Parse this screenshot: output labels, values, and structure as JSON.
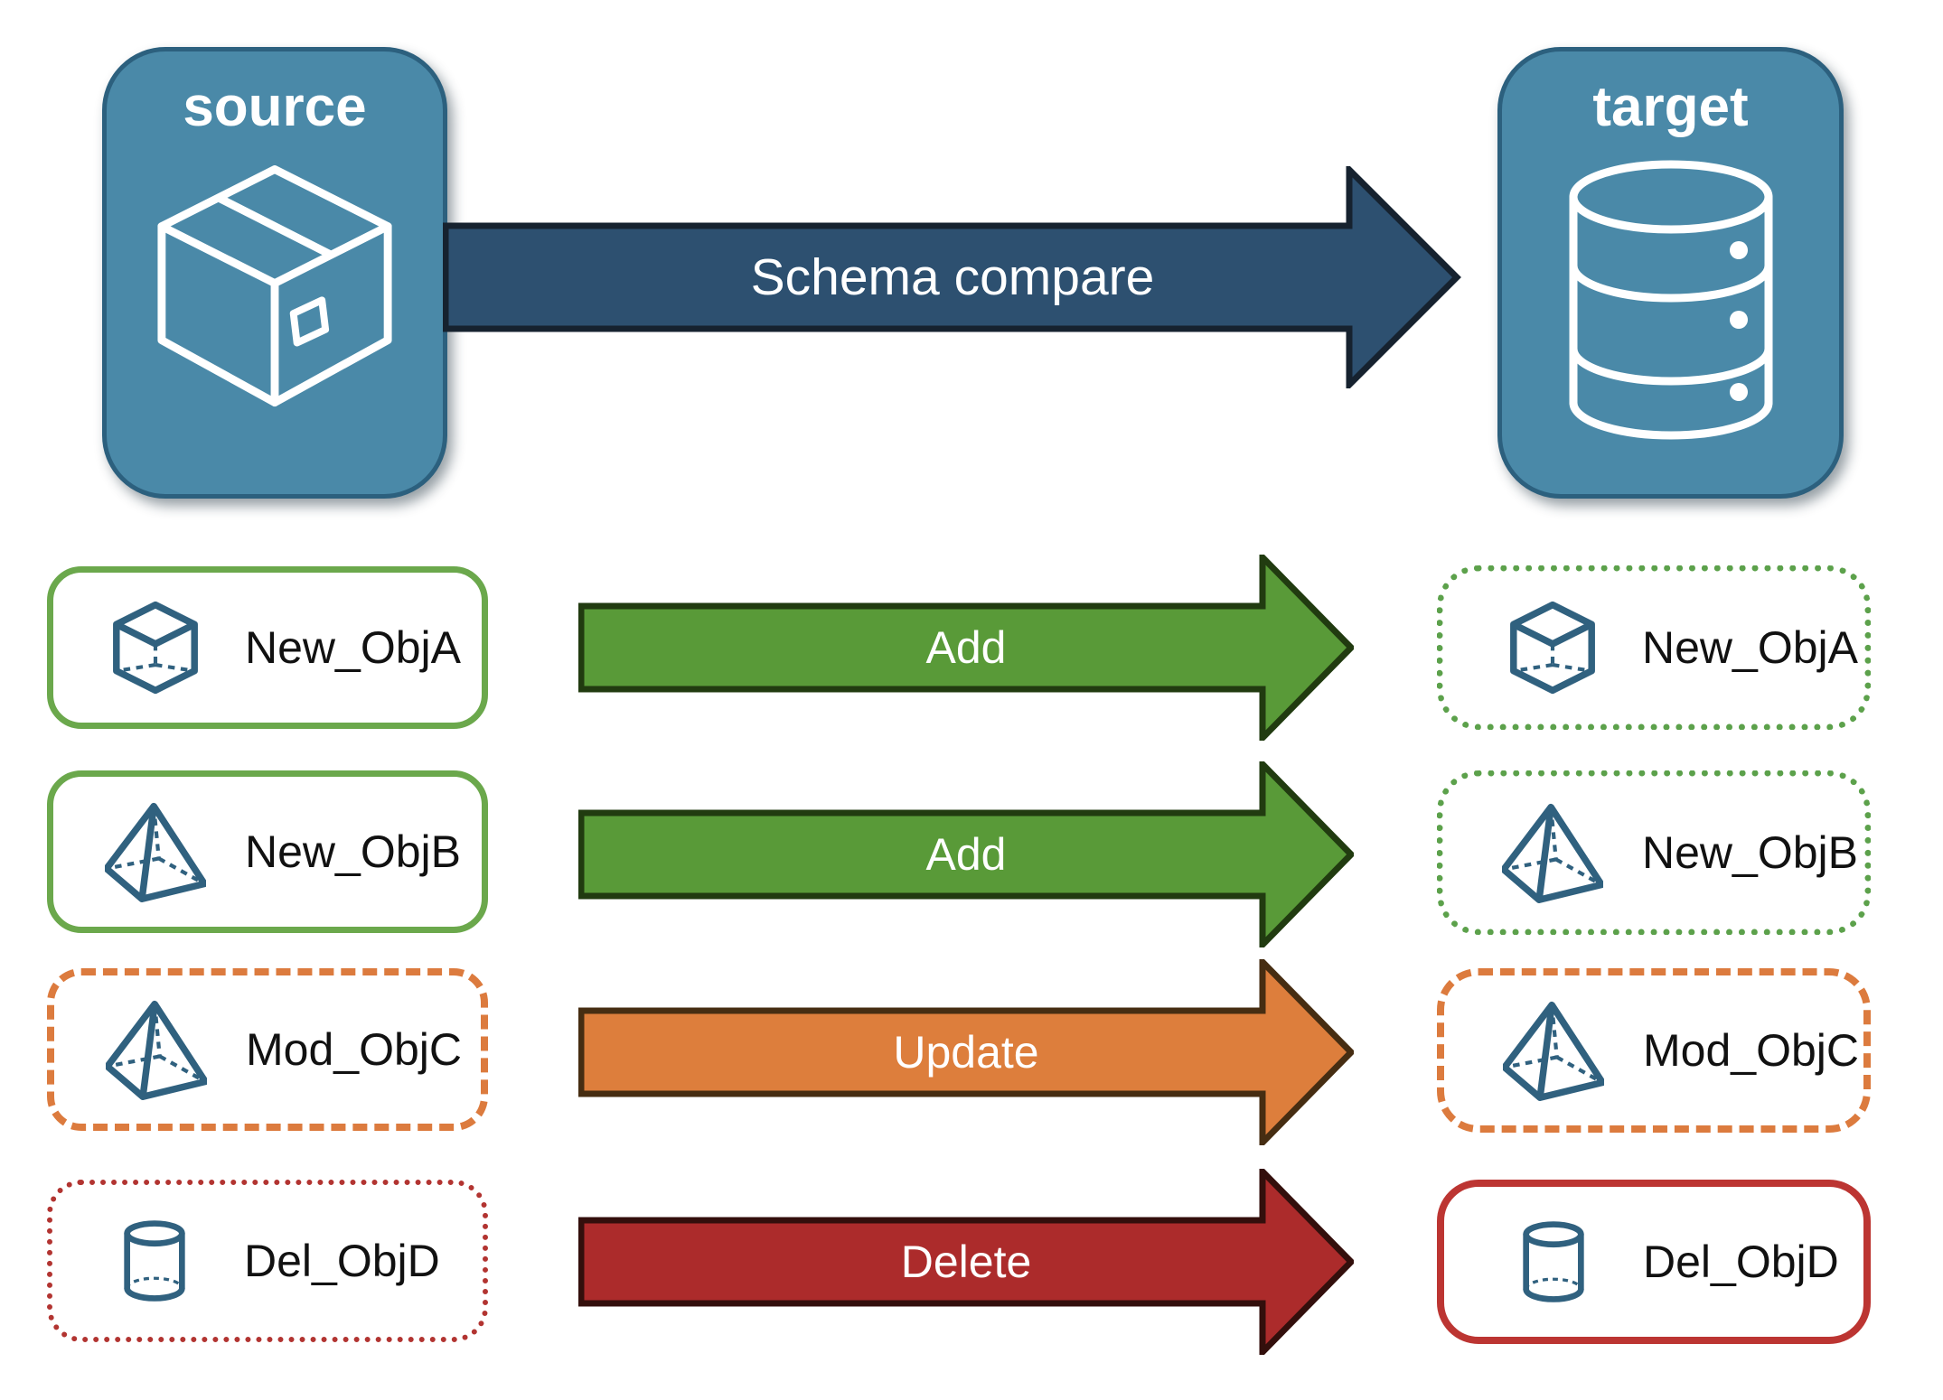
{
  "diagram": {
    "source": {
      "title": "source",
      "icon": "package-box-icon"
    },
    "target": {
      "title": "target",
      "icon": "database-icon"
    },
    "compare": {
      "label": "Schema compare",
      "fill": "#2D5070",
      "border": "#16222F"
    },
    "rows": [
      {
        "object": "New_ObjA",
        "icon": "cube-icon",
        "action": "Add",
        "source_border_style": "solid",
        "source_border_color": "#6BA84C",
        "target_border_style": "dotted",
        "target_border_color": "#5CA14B",
        "arrow_fill": "#599A38",
        "arrow_border": "#213B10"
      },
      {
        "object": "New_ObjB",
        "icon": "pyramid-icon",
        "action": "Add",
        "source_border_style": "solid",
        "source_border_color": "#6BA84C",
        "target_border_style": "dotted",
        "target_border_color": "#5CA14B",
        "arrow_fill": "#599A38",
        "arrow_border": "#213B10"
      },
      {
        "object": "Mod_ObjC",
        "icon": "pyramid-icon",
        "action": "Update",
        "source_border_style": "dashed",
        "source_border_color": "#DC7B3E",
        "target_border_style": "dashed",
        "target_border_color": "#DC7B3E",
        "arrow_fill": "#DD7E3C",
        "arrow_border": "#462D12"
      },
      {
        "object": "Del_ObjD",
        "icon": "cylinder-icon",
        "action": "Delete",
        "source_border_style": "dotted",
        "source_border_color": "#B23431",
        "target_border_style": "solid",
        "target_border_color": "#BC3532",
        "arrow_fill": "#AC2B2B",
        "arrow_border": "#330F0C"
      }
    ],
    "colors": {
      "badge_fill": "#4A89A8",
      "badge_border": "#2C607E",
      "badge_icon": "#FFFFFF",
      "object_icon": "#30617F",
      "label_text": "#111111",
      "arrow_text": "#FFFFFF",
      "background": "#FFFFFF"
    }
  }
}
